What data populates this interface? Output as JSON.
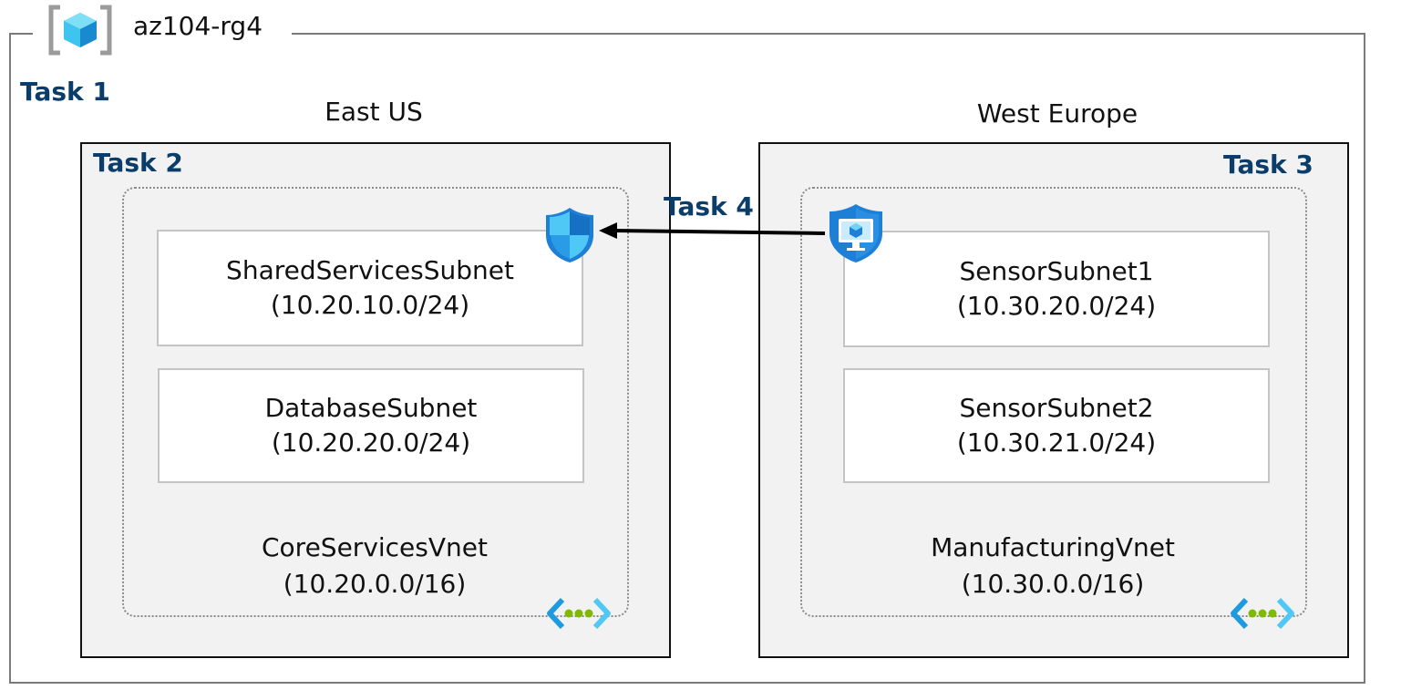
{
  "resource_group": {
    "name": "az104-rg4",
    "icon": "resource-group-icon"
  },
  "tasks": {
    "task1": "Task 1",
    "task2": "Task 2",
    "task3": "Task 3",
    "task4": "Task 4"
  },
  "regions": {
    "east": {
      "name": "East US",
      "vnet": {
        "name": "CoreServicesVnet",
        "cidr": "(10.20.0.0/16)"
      },
      "subnets": [
        {
          "name": "SharedServicesSubnet",
          "cidr": "(10.20.10.0/24)"
        },
        {
          "name": "DatabaseSubnet",
          "cidr": "(10.20.20.0/24)"
        }
      ],
      "icons": [
        "shield-icon",
        "vnet-icon"
      ]
    },
    "west": {
      "name": "West Europe",
      "vnet": {
        "name": "ManufacturingVnet",
        "cidr": "(10.30.0.0/16)"
      },
      "subnets": [
        {
          "name": "SensorSubnet1",
          "cidr": "(10.30.20.0/24)"
        },
        {
          "name": "SensorSubnet2",
          "cidr": "(10.30.21.0/24)"
        }
      ],
      "icons": [
        "virtual-machine-icon",
        "vnet-icon"
      ]
    }
  },
  "colors": {
    "task": "#0b3d6b",
    "azure_blue": "#1e7fd6",
    "azure_light": "#50e6ff",
    "vnet_green": "#7fba00"
  }
}
